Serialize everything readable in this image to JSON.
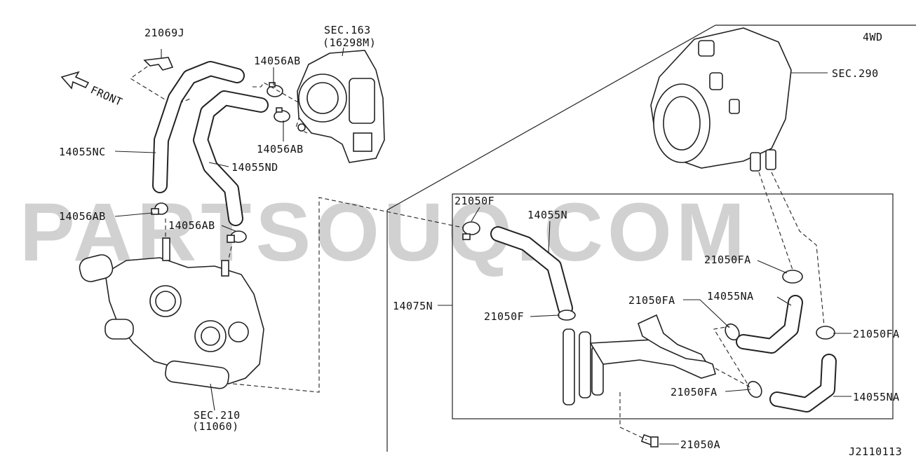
{
  "watermark": "PARTSOUQ.COM",
  "variant_label": "4WD",
  "diagram_id": "J2110113",
  "direction_label": "FRONT",
  "callouts": {
    "clip_21069j": "21069J",
    "sec163_line1": "SEC.163",
    "sec163_line2": "(16298M)",
    "clamp_14056ab_a": "14056AB",
    "clamp_14056ab_b": "14056AB",
    "clamp_14056ab_c": "14056AB",
    "clamp_14056ab_d": "14056AB",
    "hose_14055nc": "14055NC",
    "hose_14055nd": "14055ND",
    "sec290": "SEC.290",
    "clamp_21050f_a": "21050F",
    "hose_14055n": "14055N",
    "clamp_21050fa_a": "21050FA",
    "pipe_14075n": "14075N",
    "clamp_21050f_b": "21050F",
    "clamp_21050fa_b": "21050FA",
    "hose_14055na_a": "14055NA",
    "clamp_21050fa_c": "21050FA",
    "clamp_21050fa_d": "21050FA",
    "hose_14055na_b": "14055NA",
    "bolt_21050a": "21050A",
    "sec210_line1": "SEC.210",
    "sec210_line2": "(11060)"
  }
}
